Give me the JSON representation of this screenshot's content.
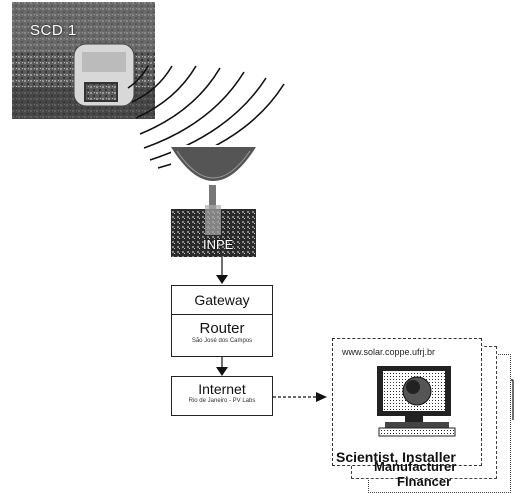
{
  "satellite": {
    "label": "SCD 1"
  },
  "ground_station": {
    "label": "INPE"
  },
  "gateway": {
    "label": "Gateway"
  },
  "router": {
    "label": "Router",
    "location": "São José dos Campos"
  },
  "internet": {
    "label": "Internet",
    "location": "Rio de Janeiro - PV Labs"
  },
  "website": {
    "url": "www.solar.coppe.ufrj.br"
  },
  "users": [
    "Scientist, Installer",
    "Manufacturer",
    "Financer"
  ]
}
